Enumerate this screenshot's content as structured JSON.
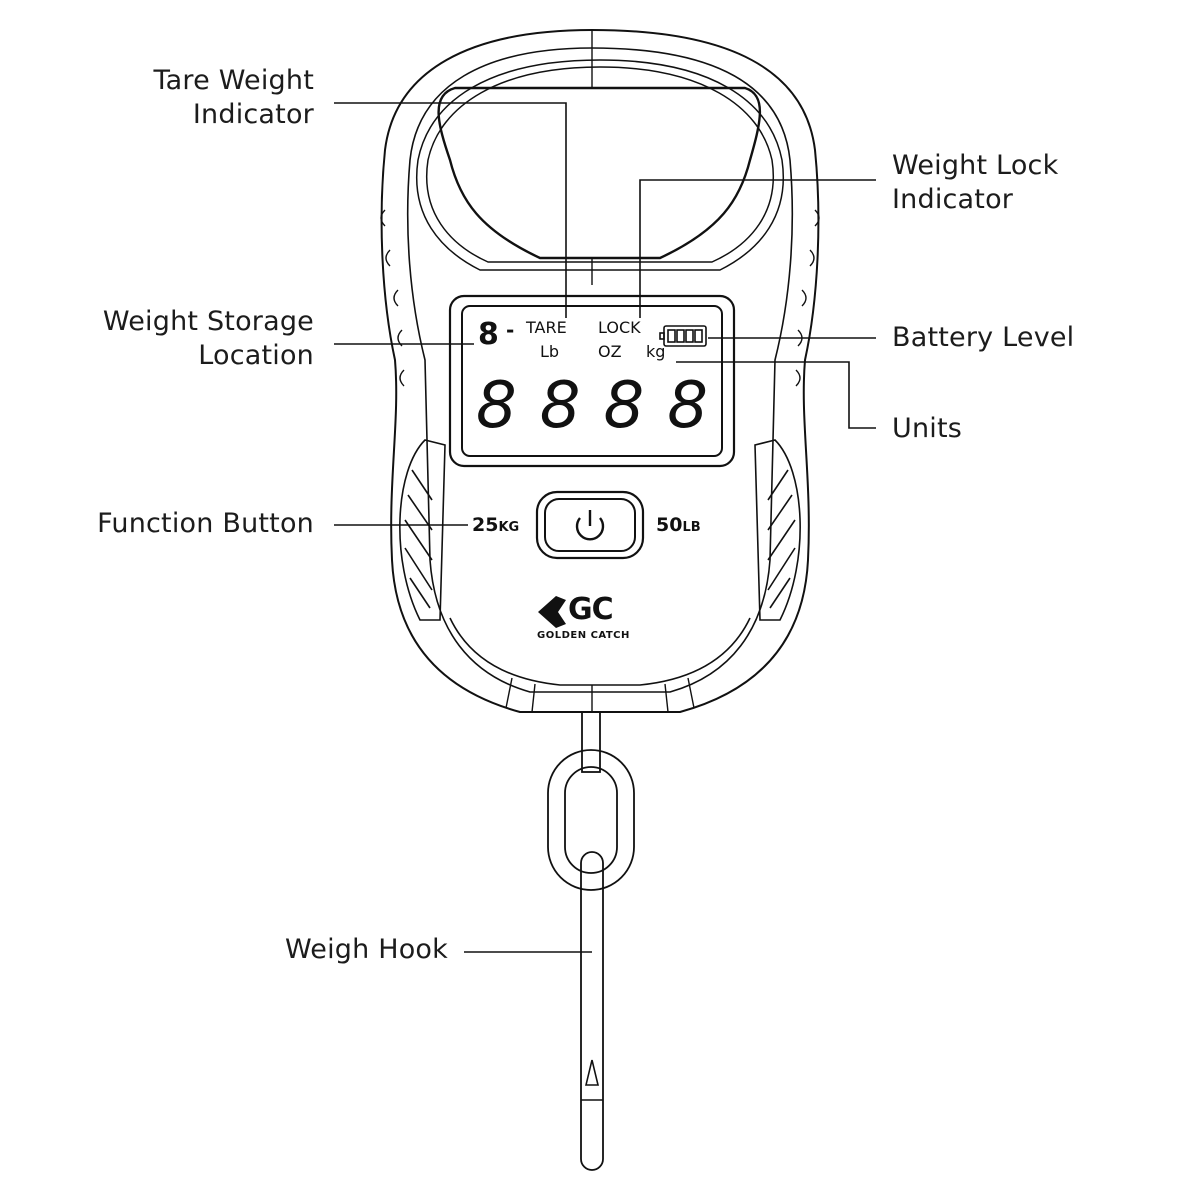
{
  "callouts": {
    "tare_weight_indicator": [
      "Tare Weight",
      "Indicator"
    ],
    "weight_lock_indicator": [
      "Weight Lock",
      "Indicator"
    ],
    "weight_storage_location": [
      "Weight Storage",
      "Location"
    ],
    "battery_level": "Battery Level",
    "units": "Units",
    "function_button": "Function Button",
    "weigh_hook": "Weigh Hook"
  },
  "lcd": {
    "storage_digit": "8",
    "dash": "-",
    "tare": "TARE",
    "lock": "LOCK",
    "unit_lb": "Lb",
    "unit_oz": "OZ",
    "unit_kg": "kg",
    "digits": [
      "8",
      "8",
      "8",
      "8"
    ]
  },
  "panel": {
    "capacity_kg_value": "25",
    "capacity_kg_unit": "KG",
    "capacity_lb_value": "50",
    "capacity_lb_unit": "LB",
    "power_icon": "power-icon"
  },
  "brand": {
    "logo_text": "GC",
    "name": "GOLDEN CATCH"
  }
}
